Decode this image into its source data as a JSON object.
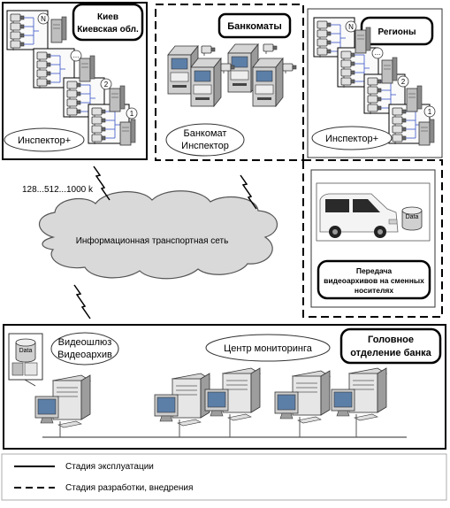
{
  "colors": {
    "line": "#000000",
    "cloud_fill": "#d9d9d9",
    "device_light": "#e6e6e6",
    "device_mid": "#bfbfbf",
    "device_dark": "#7f7f7f",
    "screen": "#5c7fa8",
    "link_blue": "#3a56c8"
  },
  "kiev": {
    "title_line1": "Киев",
    "title_line2": "Киевская обл.",
    "badge_top": "N",
    "badge_dots": "...",
    "badge_2": "2",
    "badge_1": "1",
    "oval_label": "Инспектор+"
  },
  "atm": {
    "title": "Банкоматы",
    "oval_line1": "Банкомат",
    "oval_line2": "Инспектор"
  },
  "regions": {
    "title": "Регионы",
    "badge_top": "N",
    "badge_dots": "...",
    "badge_2": "2",
    "badge_1": "1",
    "oval_label": "Инспектор+"
  },
  "network": {
    "speed_label": "128...512...1000 k",
    "cloud_label": "Информационная транспортная сеть"
  },
  "transfer": {
    "data_label": "Data",
    "caption_line1": "Передача",
    "caption_line2": "видеоархивов на сменных",
    "caption_line3": "носителях"
  },
  "head_office": {
    "gateway_line1": "Видеошлюз",
    "gateway_line2": "Видеоархив",
    "data_label": "Data",
    "monitoring_label": "Центр мониторинга",
    "title_line1": "Головное",
    "title_line2": "отделение банка"
  },
  "legend": {
    "solid_label": "Стадия эксплуатации",
    "dashed_label": "Стадия разработки, внедрения"
  }
}
